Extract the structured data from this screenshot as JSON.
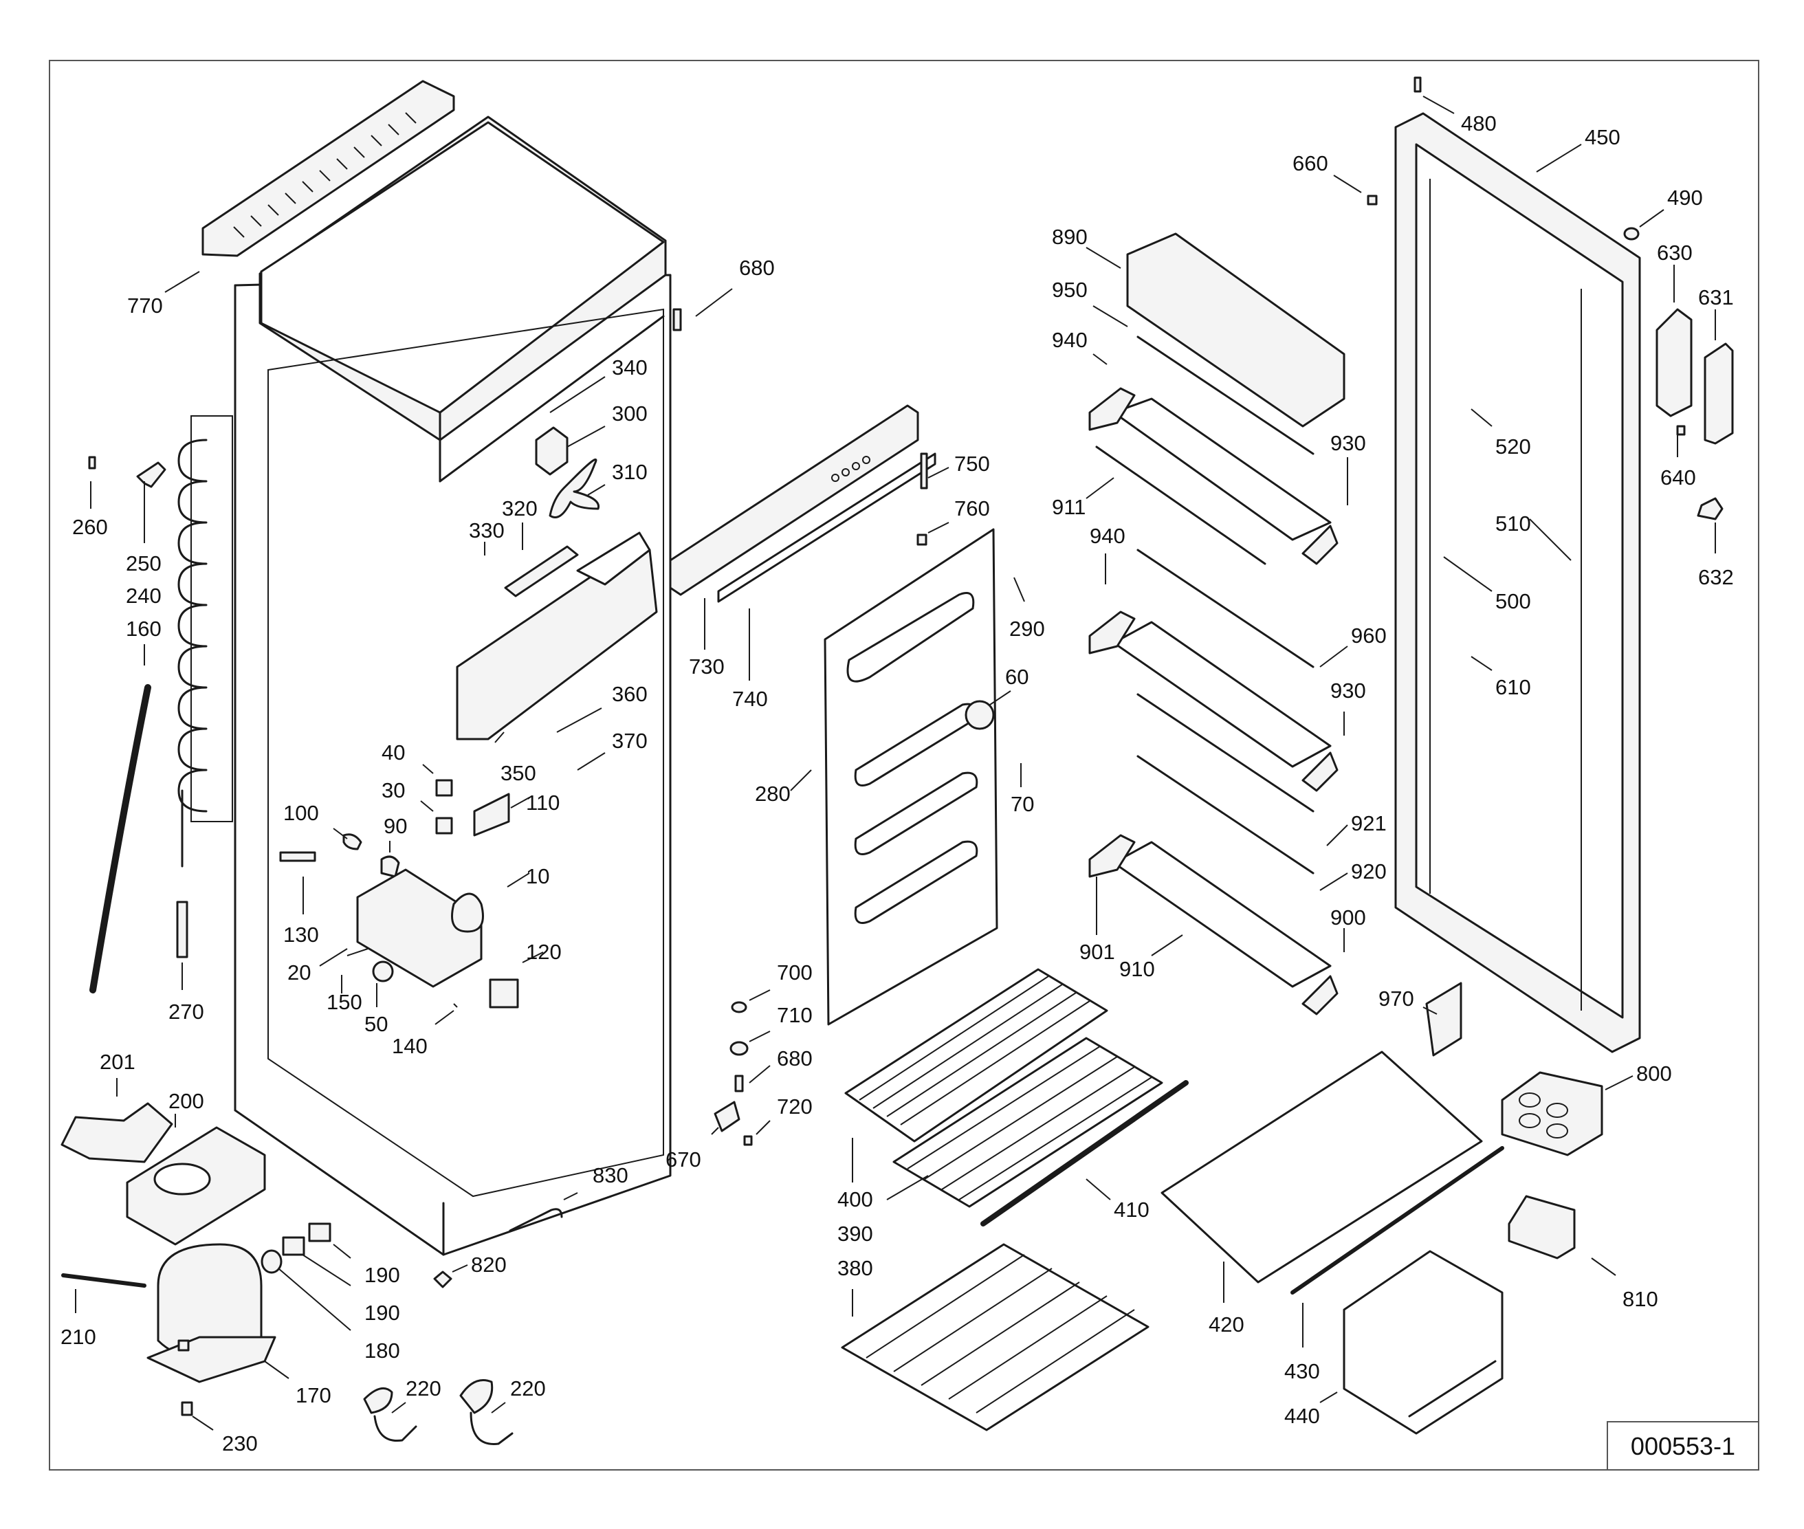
{
  "drawing": {
    "reference_number": "000553-1"
  },
  "callouts": [
    {
      "id": "770",
      "text": "770"
    },
    {
      "id": "680a",
      "text": "680"
    },
    {
      "id": "340",
      "text": "340"
    },
    {
      "id": "300",
      "text": "300"
    },
    {
      "id": "310",
      "text": "310"
    },
    {
      "id": "320",
      "text": "320"
    },
    {
      "id": "330",
      "text": "330"
    },
    {
      "id": "260",
      "text": "260"
    },
    {
      "id": "250",
      "text": "250"
    },
    {
      "id": "240",
      "text": "240"
    },
    {
      "id": "160",
      "text": "160"
    },
    {
      "id": "360",
      "text": "360"
    },
    {
      "id": "370",
      "text": "370"
    },
    {
      "id": "350",
      "text": "350"
    },
    {
      "id": "40",
      "text": "40"
    },
    {
      "id": "30",
      "text": "30"
    },
    {
      "id": "90",
      "text": "90"
    },
    {
      "id": "110",
      "text": "110"
    },
    {
      "id": "100",
      "text": "100"
    },
    {
      "id": "10",
      "text": "10"
    },
    {
      "id": "130",
      "text": "130"
    },
    {
      "id": "20",
      "text": "20"
    },
    {
      "id": "150",
      "text": "150"
    },
    {
      "id": "50",
      "text": "50"
    },
    {
      "id": "120",
      "text": "120"
    },
    {
      "id": "140",
      "text": "140"
    },
    {
      "id": "270",
      "text": "270"
    },
    {
      "id": "201",
      "text": "201"
    },
    {
      "id": "200",
      "text": "200"
    },
    {
      "id": "830",
      "text": "830"
    },
    {
      "id": "190a",
      "text": "190"
    },
    {
      "id": "190b",
      "text": "190"
    },
    {
      "id": "820",
      "text": "820"
    },
    {
      "id": "180",
      "text": "180"
    },
    {
      "id": "210",
      "text": "210"
    },
    {
      "id": "170",
      "text": "170"
    },
    {
      "id": "230",
      "text": "230"
    },
    {
      "id": "220a",
      "text": "220"
    },
    {
      "id": "220b",
      "text": "220"
    },
    {
      "id": "750",
      "text": "750"
    },
    {
      "id": "760",
      "text": "760"
    },
    {
      "id": "730",
      "text": "730"
    },
    {
      "id": "740",
      "text": "740"
    },
    {
      "id": "290",
      "text": "290"
    },
    {
      "id": "60",
      "text": "60"
    },
    {
      "id": "280",
      "text": "280"
    },
    {
      "id": "70",
      "text": "70"
    },
    {
      "id": "700",
      "text": "700"
    },
    {
      "id": "710",
      "text": "710"
    },
    {
      "id": "680b",
      "text": "680"
    },
    {
      "id": "720",
      "text": "720"
    },
    {
      "id": "670",
      "text": "670"
    },
    {
      "id": "400",
      "text": "400"
    },
    {
      "id": "390",
      "text": "390"
    },
    {
      "id": "410",
      "text": "410"
    },
    {
      "id": "380",
      "text": "380"
    },
    {
      "id": "890",
      "text": "890"
    },
    {
      "id": "950",
      "text": "950"
    },
    {
      "id": "940a",
      "text": "940"
    },
    {
      "id": "911",
      "text": "911"
    },
    {
      "id": "930a",
      "text": "930"
    },
    {
      "id": "940b",
      "text": "940"
    },
    {
      "id": "960",
      "text": "960"
    },
    {
      "id": "930b",
      "text": "930"
    },
    {
      "id": "921",
      "text": "921"
    },
    {
      "id": "920",
      "text": "920"
    },
    {
      "id": "901",
      "text": "901"
    },
    {
      "id": "910",
      "text": "910"
    },
    {
      "id": "900",
      "text": "900"
    },
    {
      "id": "970",
      "text": "970"
    },
    {
      "id": "480",
      "text": "480"
    },
    {
      "id": "450",
      "text": "450"
    },
    {
      "id": "660",
      "text": "660"
    },
    {
      "id": "490",
      "text": "490"
    },
    {
      "id": "630",
      "text": "630"
    },
    {
      "id": "631",
      "text": "631"
    },
    {
      "id": "520",
      "text": "520"
    },
    {
      "id": "640",
      "text": "640"
    },
    {
      "id": "510",
      "text": "510"
    },
    {
      "id": "632",
      "text": "632"
    },
    {
      "id": "500",
      "text": "500"
    },
    {
      "id": "610",
      "text": "610"
    },
    {
      "id": "800",
      "text": "800"
    },
    {
      "id": "810",
      "text": "810"
    },
    {
      "id": "420",
      "text": "420"
    },
    {
      "id": "430",
      "text": "430"
    },
    {
      "id": "440",
      "text": "440"
    }
  ]
}
